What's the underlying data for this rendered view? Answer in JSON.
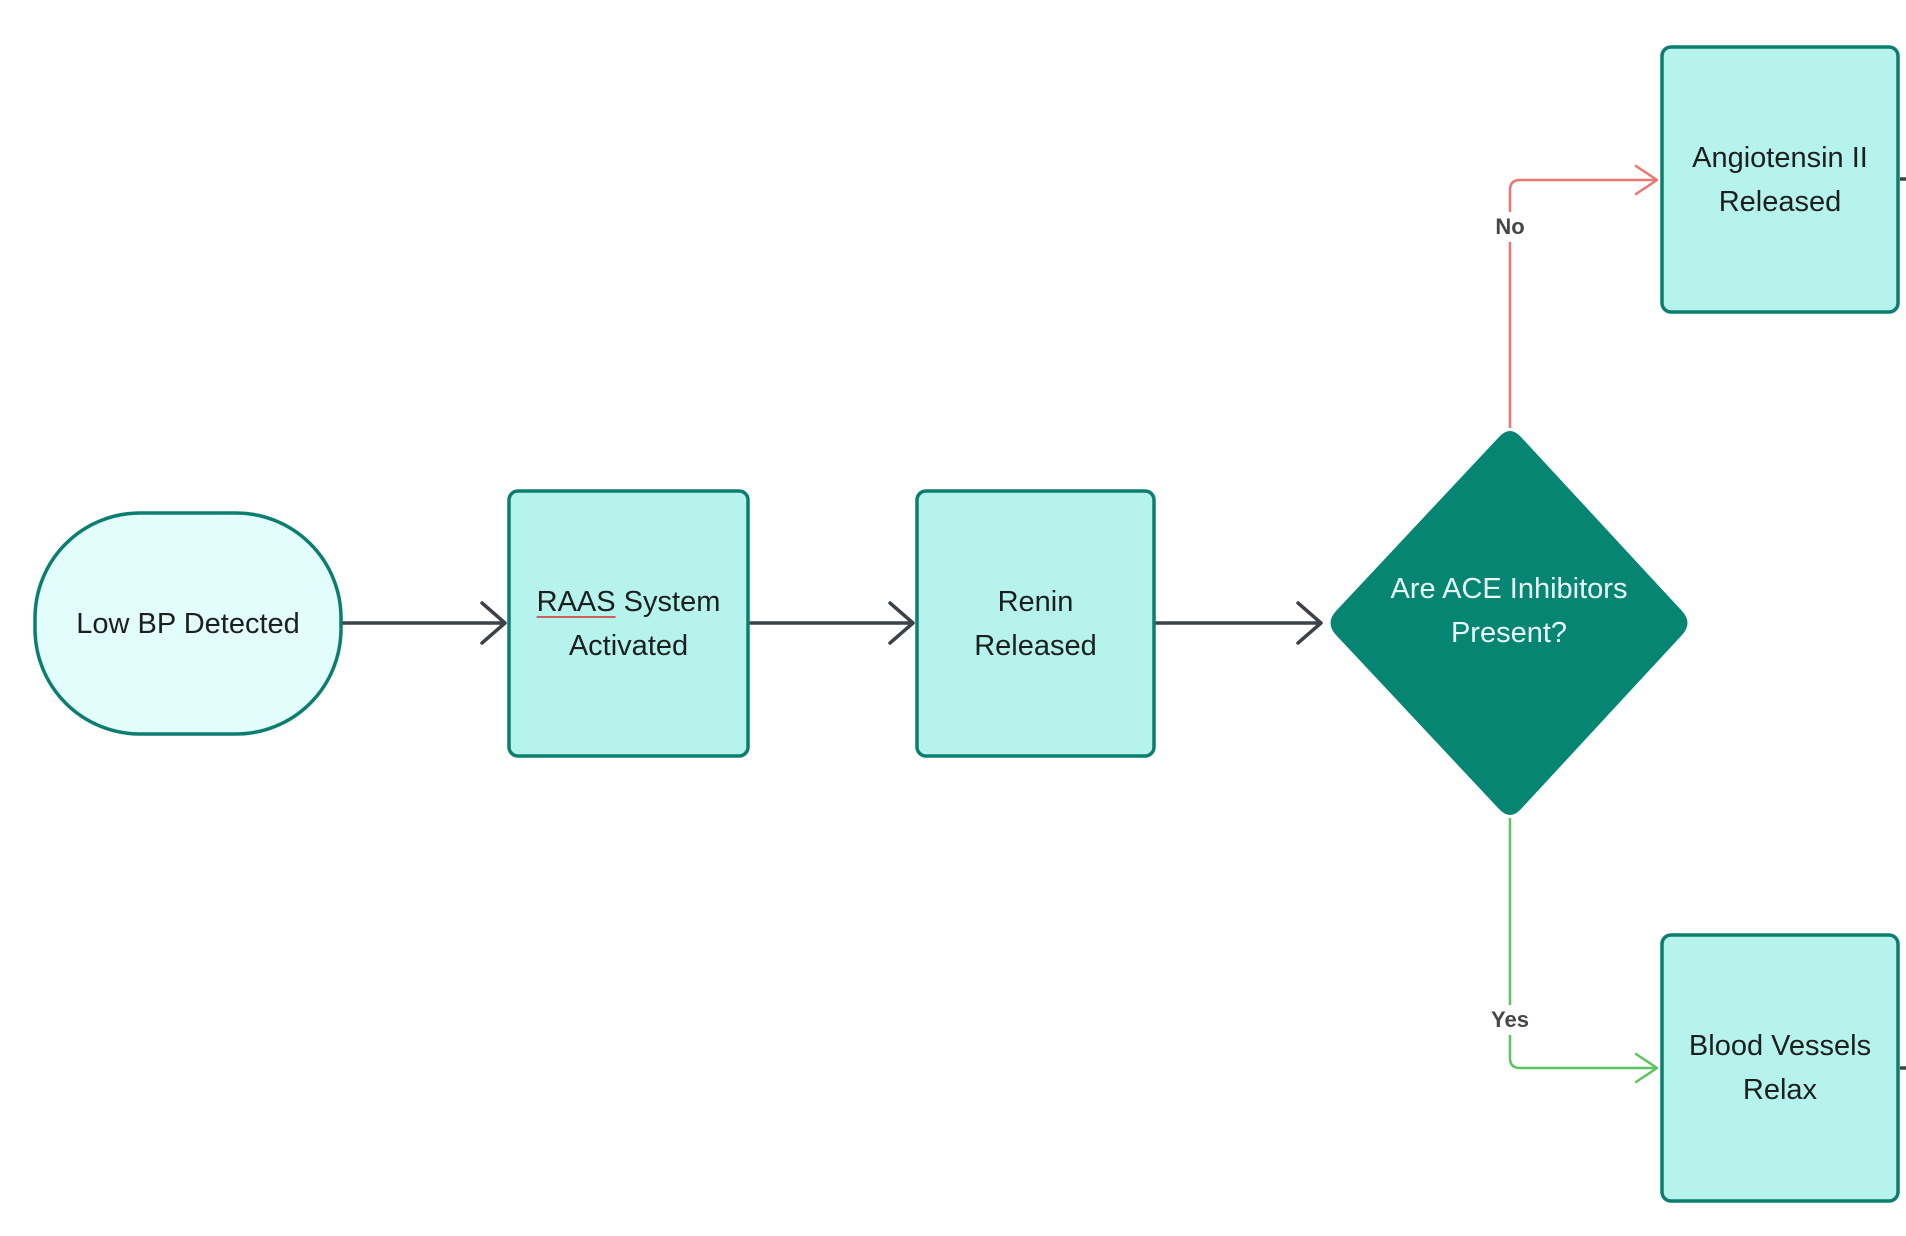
{
  "diagram": {
    "type": "flowchart",
    "colors": {
      "process_fill": "#b5f3ec",
      "process_border": "#0b7e6f",
      "terminal_fill": "#e2fdfb",
      "decision_fill": "#068573",
      "edge_default": "#3d4148",
      "edge_no": "#ec7672",
      "edge_yes": "#5cc45f"
    },
    "nodes": {
      "start": {
        "shape": "terminal",
        "lines": [
          "Low BP Detected"
        ]
      },
      "raas": {
        "shape": "process",
        "lines": [
          "RAAS System",
          "Activated"
        ],
        "spellcheck_word": "RAAS"
      },
      "renin": {
        "shape": "process",
        "lines": [
          "Renin",
          "Released"
        ]
      },
      "decision": {
        "shape": "decision",
        "lines": [
          "Are ACE Inhibitors",
          "Present?"
        ]
      },
      "angiotensin": {
        "shape": "process",
        "lines": [
          "Angiotensin II",
          "Released"
        ]
      },
      "vessels": {
        "shape": "process",
        "lines": [
          "Blood Vessels",
          "Relax"
        ]
      }
    },
    "edges": [
      {
        "from": "start",
        "to": "raas",
        "label": ""
      },
      {
        "from": "raas",
        "to": "renin",
        "label": ""
      },
      {
        "from": "renin",
        "to": "decision",
        "label": ""
      },
      {
        "from": "decision",
        "to": "angiotensin",
        "label": "No"
      },
      {
        "from": "decision",
        "to": "vessels",
        "label": "Yes"
      }
    ]
  }
}
